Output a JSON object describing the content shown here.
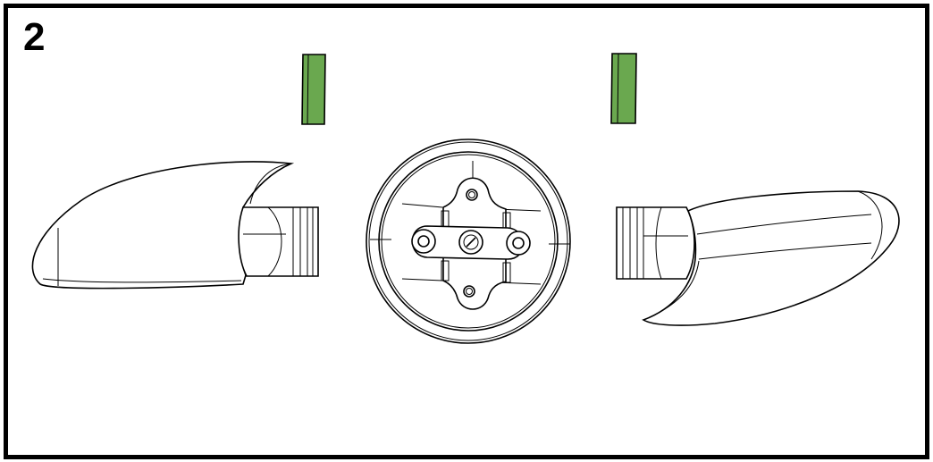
{
  "step_number": "2",
  "colors": {
    "pin": "#6aa84f",
    "outline": "#000000"
  },
  "parts": [
    "left-shell",
    "left-pin",
    "center-mount-plate",
    "right-pin",
    "right-shell"
  ]
}
